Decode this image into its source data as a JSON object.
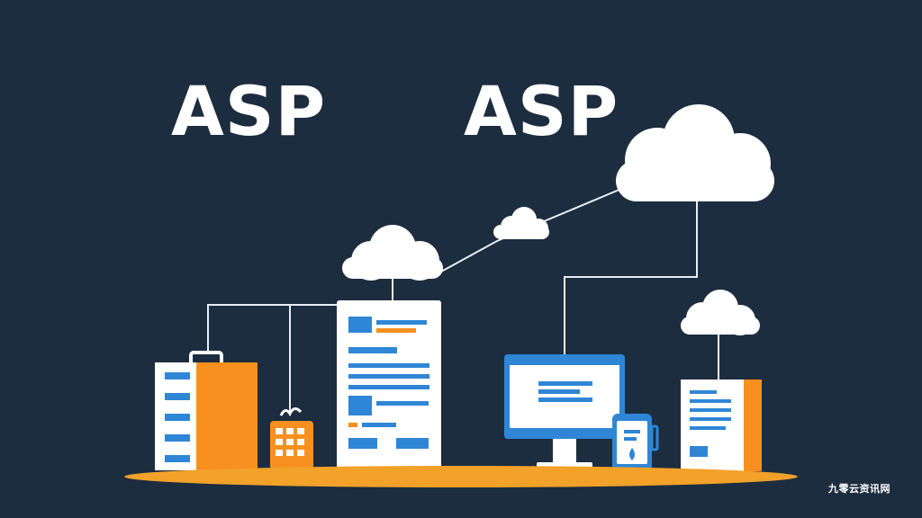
{
  "headlines": [
    "ASP",
    "ASP"
  ],
  "watermark": "九零云资讯网",
  "colors": {
    "background": "#1c2d3f",
    "text": "#ffffff",
    "accent_orange": "#f7901e",
    "accent_blue": "#2f86d6",
    "panel_white": "#ffffff",
    "line": "#e8eef4",
    "platform": "#f2a129"
  },
  "icons": [
    "cloud-icon",
    "server-rack-icon",
    "calendar-icon",
    "document-page-icon",
    "desktop-monitor-icon",
    "smartphone-icon",
    "document-stack-icon"
  ]
}
